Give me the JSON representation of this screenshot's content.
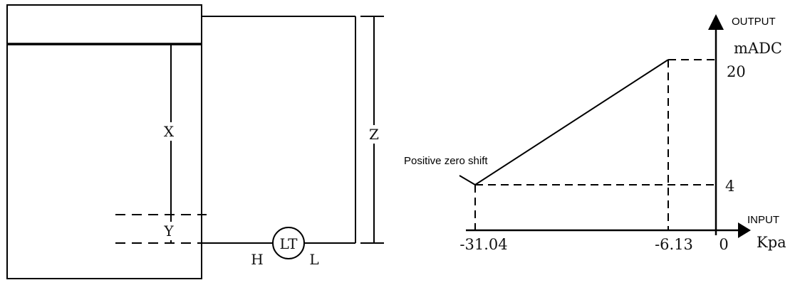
{
  "left_diagram": {
    "dim_x": "X",
    "dim_y": "Y",
    "dim_z": "Z",
    "transmitter": "LT",
    "high_side": "H",
    "low_side": "L"
  },
  "chart_data": {
    "type": "line",
    "y_axis_title": "OUTPUT",
    "y_axis_unit": "mADC",
    "x_axis_title": "INPUT",
    "x_axis_unit": "Kpa",
    "x_ticks": [
      "-31.04",
      "-6.13",
      "0"
    ],
    "y_ticks": [
      "20",
      "4"
    ],
    "series": [
      {
        "x": [
          -31.04,
          -6.13
        ],
        "y": [
          4,
          20
        ]
      }
    ],
    "annotation": "Positive zero shift"
  }
}
